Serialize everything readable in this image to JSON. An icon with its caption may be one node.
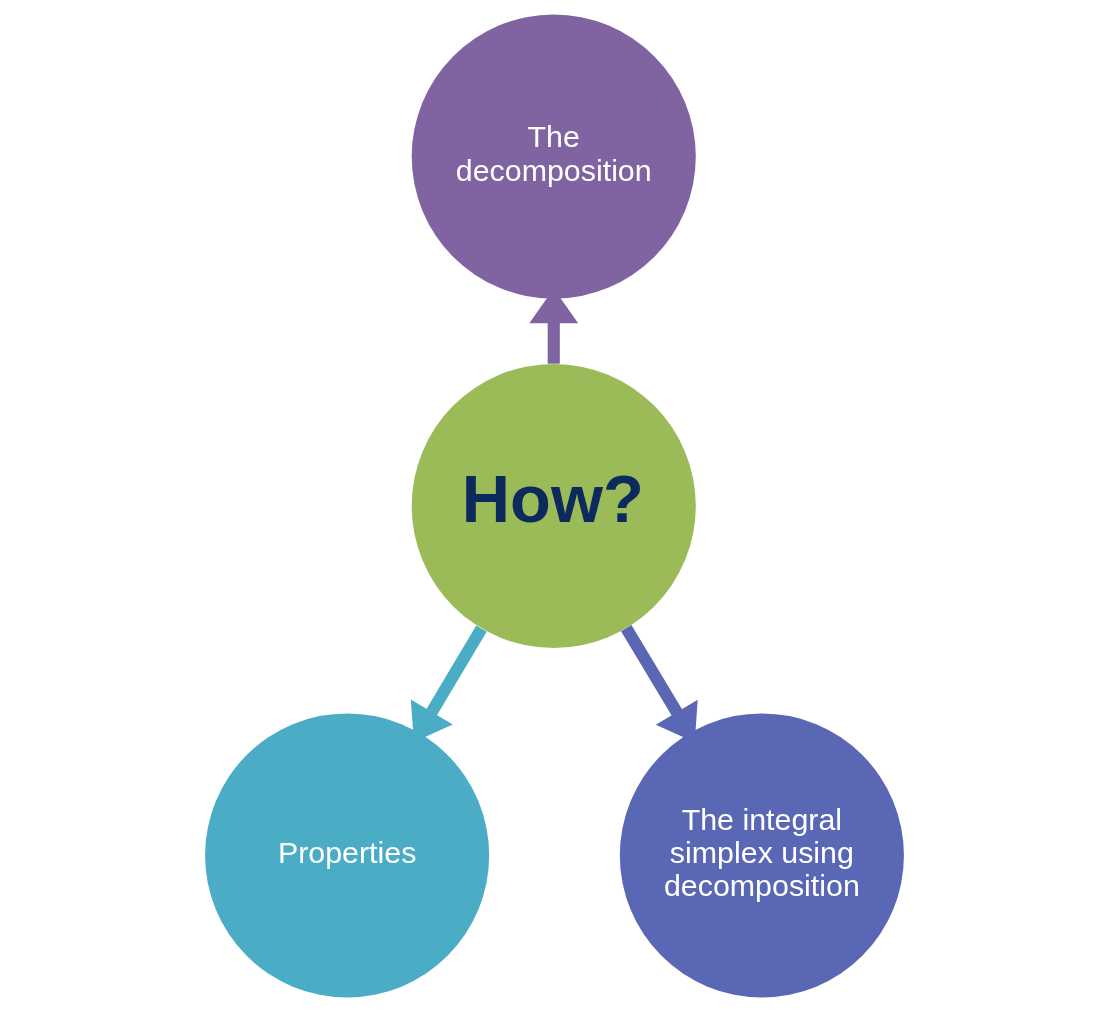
{
  "diagram": {
    "nodes": [
      {
        "text": [
          "The decomposition"
        ]
      },
      {
        "text": [
          "How?"
        ]
      },
      {
        "text": [
          "Properties"
        ]
      },
      {
        "text": [
          "The integral simplex using decomposition"
        ]
      }
    ],
    "edges": [
      {
        "from": 1,
        "to": 0,
        "arrow": "to",
        "color": "#8064a2"
      },
      {
        "from": 1,
        "to": 2,
        "arrow": "to",
        "color": "#4bacc6"
      },
      {
        "from": 1,
        "to": 3,
        "arrow": "to",
        "color": "#5a67b4"
      }
    ]
  }
}
